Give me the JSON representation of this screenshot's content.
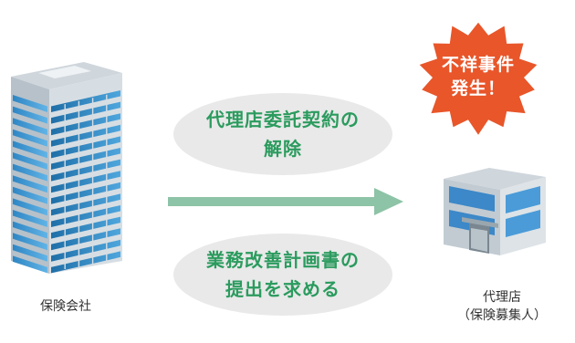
{
  "actions": {
    "top_line1": "代理店委託契約の",
    "top_line2": "解除",
    "bottom_line1": "業務改善計画書の",
    "bottom_line2": "提出を求める"
  },
  "insurer": {
    "label": "保険会社"
  },
  "agency": {
    "label_line1": "代理店",
    "label_line2": "（保険募集人）"
  },
  "incident": {
    "line1": "不祥事件",
    "line2": "発生！"
  },
  "colors": {
    "action_text": "#2b9b5e",
    "ellipse": "#e9e9e9",
    "arrow": "#8dc3a6",
    "burst": "#e8562a",
    "window_blue": "#3c9ad6"
  }
}
